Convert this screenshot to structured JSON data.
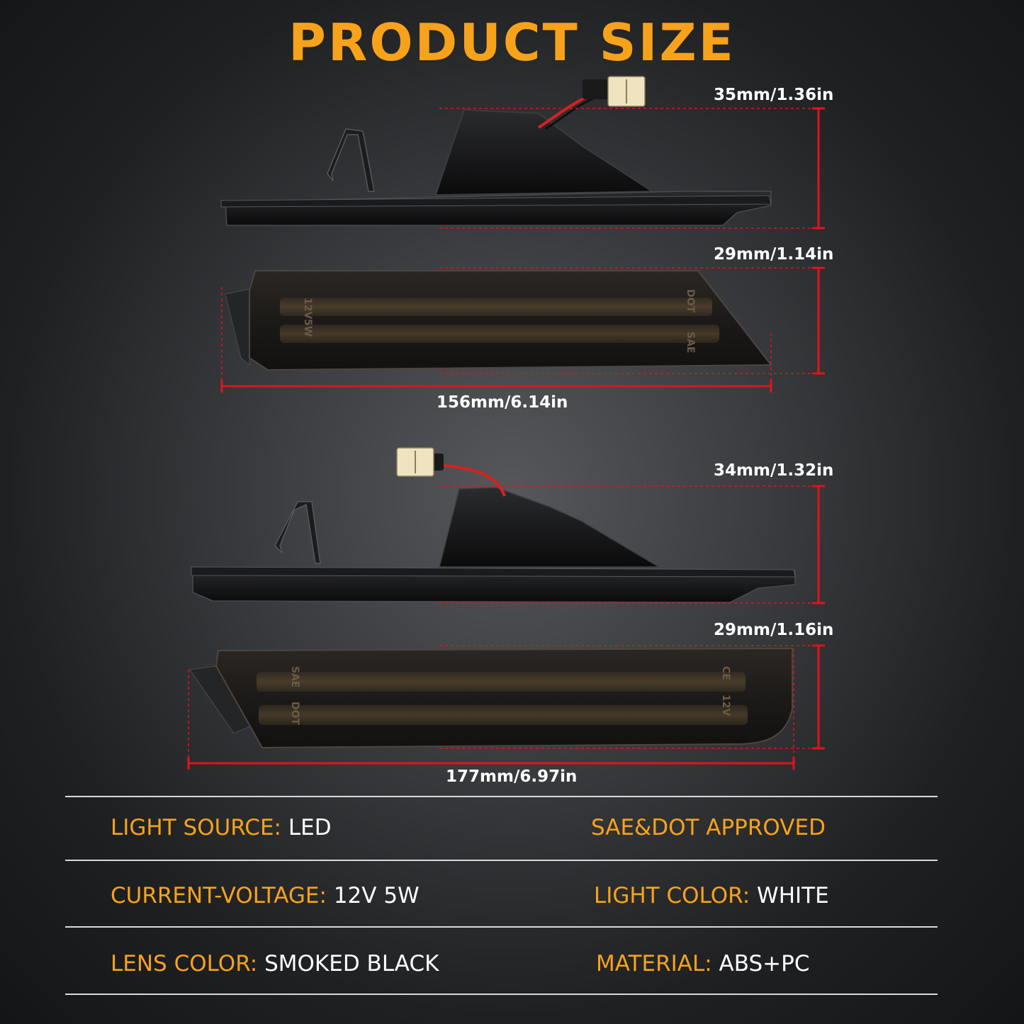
{
  "title": "PRODUCT SIZE",
  "dimensions": {
    "top_height": "35mm/1.36in",
    "top_lens_height": "29mm/1.14in",
    "top_length": "156mm/6.14in",
    "bottom_height": "34mm/1.32in",
    "bottom_lens_height": "29mm/1.16in",
    "bottom_length": "177mm/6.97in"
  },
  "lens_markings": {
    "voltage": "12V",
    "power": "5W",
    "ce": "CE",
    "dot": "DOT",
    "sae": "SAE"
  },
  "specs": [
    {
      "label": "LIGHT SOURCE:",
      "value": "LED"
    },
    {
      "label": "SAE&DOT APPROVED",
      "value": ""
    },
    {
      "label": "CURRENT-VOLTAGE:",
      "value": "12V 5W"
    },
    {
      "label": "LIGHT COLOR:",
      "value": "WHITE"
    },
    {
      "label": "LENS COLOR:",
      "value": "SMOKED BLACK"
    },
    {
      "label": "MATERIAL:",
      "value": "ABS+PC"
    }
  ],
  "colors": {
    "accent": "#f7a21b",
    "dimension_line": "#e0141b",
    "text": "#ffffff"
  }
}
